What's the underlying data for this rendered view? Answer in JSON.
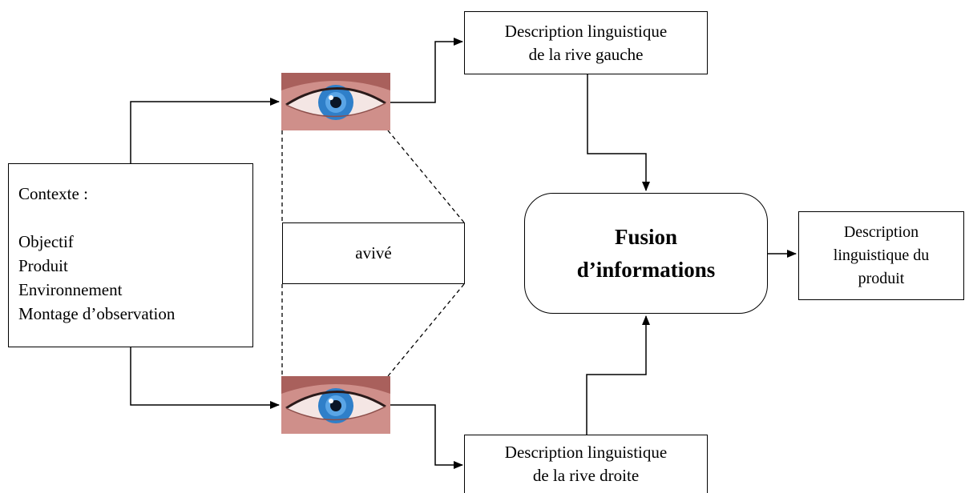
{
  "context": {
    "heading": "Contexte :",
    "items": [
      "Objectif",
      "Produit",
      "Environnement",
      "Montage d’observation"
    ]
  },
  "desc_left": {
    "line1": "Description linguistique",
    "line2": "de la rive gauche"
  },
  "desc_right": {
    "line1": "Description linguistique",
    "line2": "de la rive droite"
  },
  "avive": {
    "label": "avivé"
  },
  "fusion": {
    "line1": "Fusion",
    "line2": "d’informations"
  },
  "desc_product": {
    "line1": "Description",
    "line2": "linguistique du",
    "line3": "produit"
  },
  "icons": {
    "eye_top": "eye-icon",
    "eye_bottom": "eye-icon"
  },
  "colors": {
    "iris": "#2f7fc9",
    "skin": "#d79a93",
    "line": "#000000"
  }
}
